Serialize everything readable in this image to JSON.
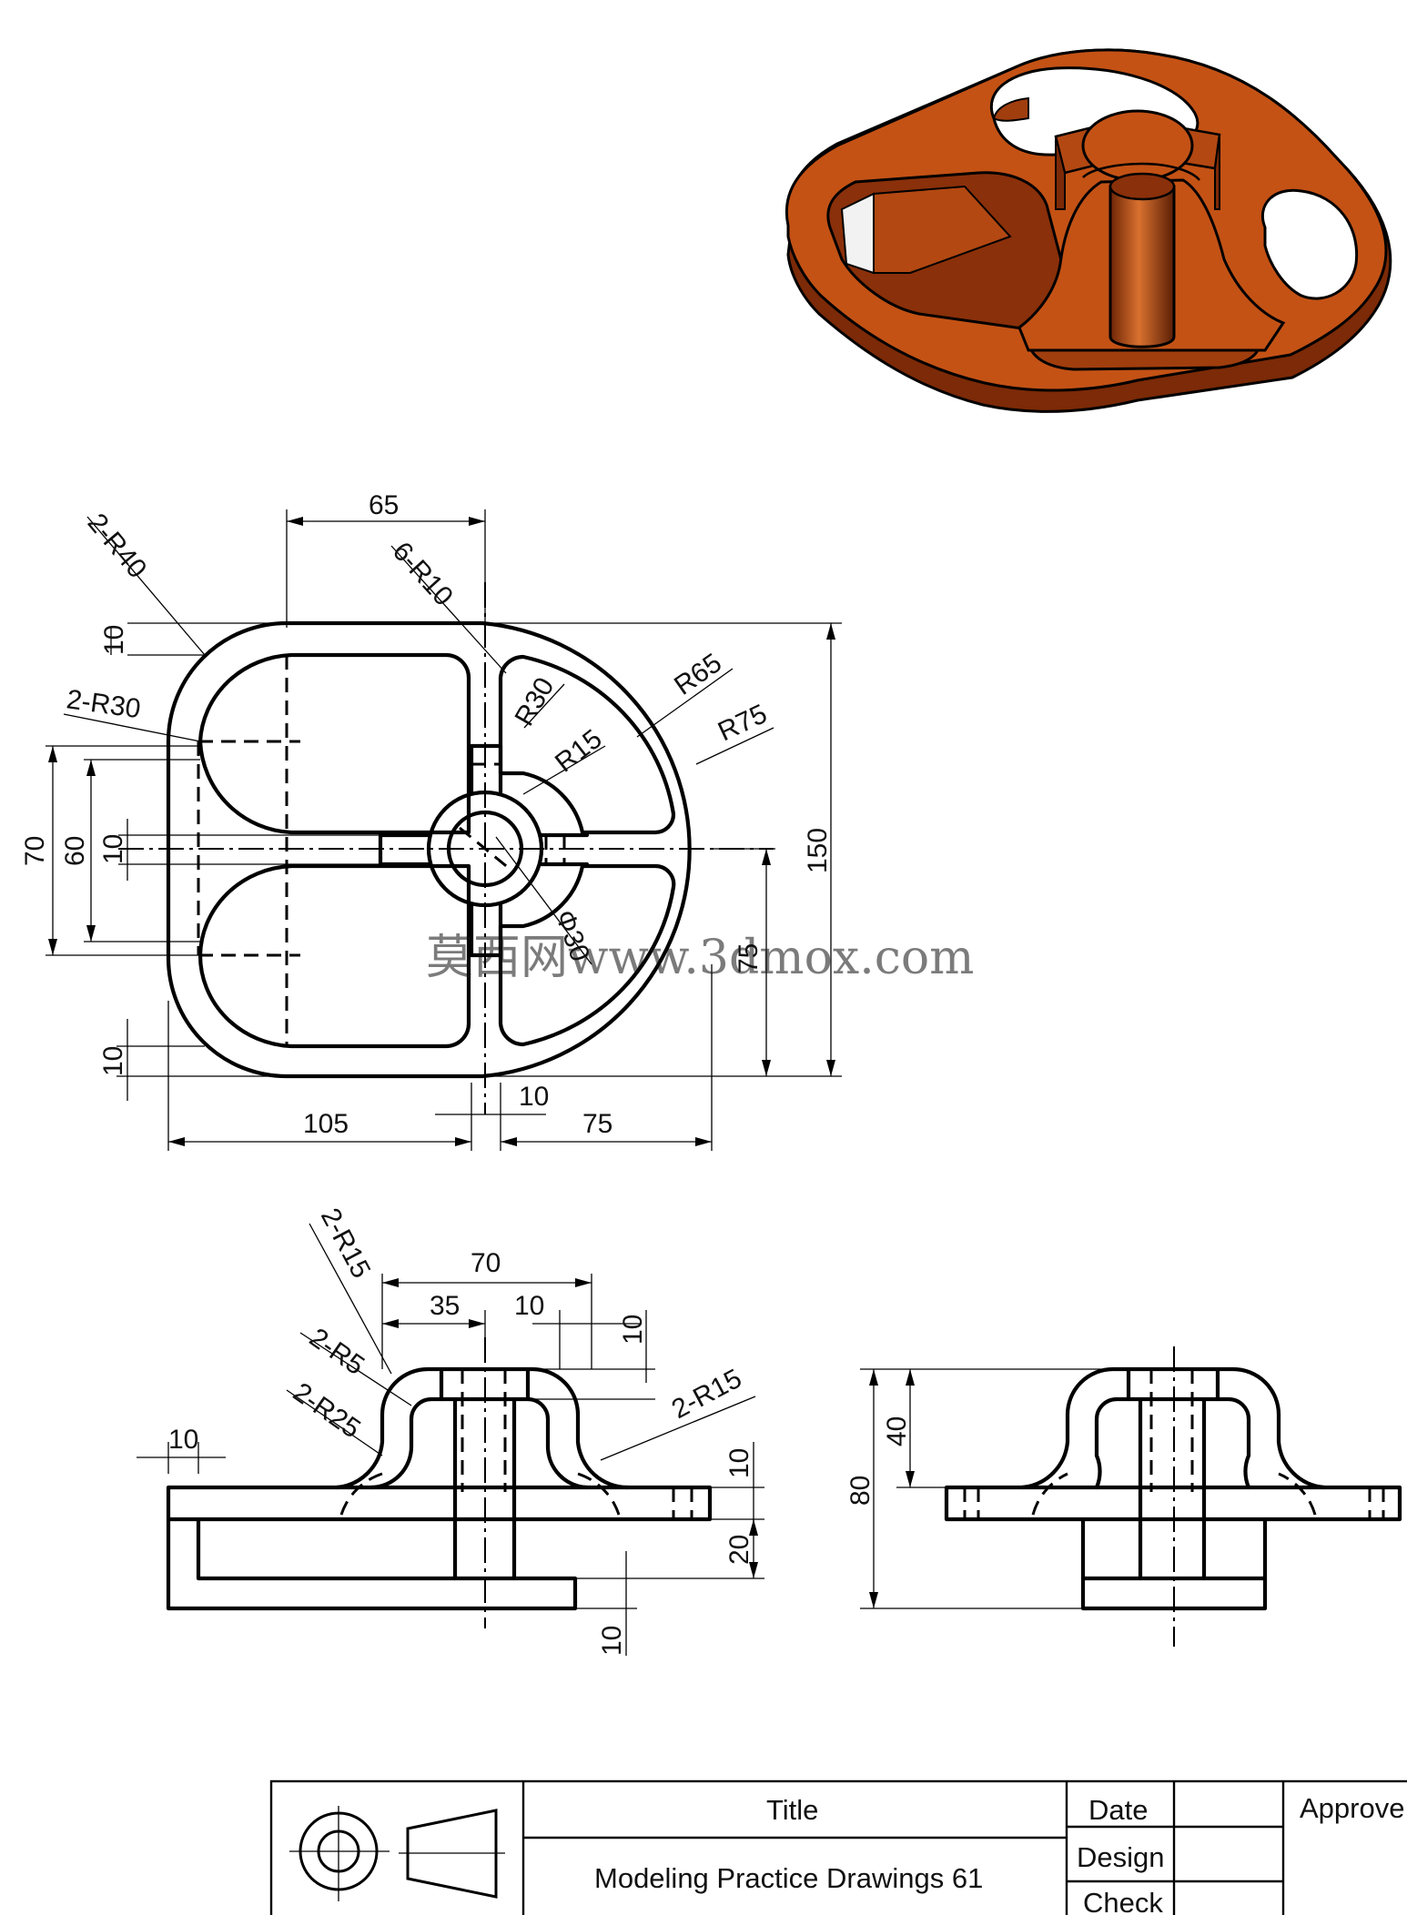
{
  "colors": {
    "model_fill": "#c45215",
    "model_dark": "#6e2506",
    "model_light": "#e07a3a",
    "ink": "#000000"
  },
  "watermark": "莫西网www.3dmox.com",
  "top_view": {
    "dims": {
      "d65": "65",
      "r2_40": "2-R40",
      "r6_10": "6-R10",
      "r2_30": "2-R30",
      "r30": "R30",
      "r15": "R15",
      "r65": "R65",
      "r75": "R75",
      "phi": "Φ30",
      "d10_top": "10",
      "d70": "70",
      "d60": "60",
      "d10_mid": "10",
      "d10_bot": "10",
      "d150": "150",
      "d75_right": "75",
      "d10_center": "10",
      "d105": "105",
      "d75_bottom": "75"
    }
  },
  "front_view": {
    "dims": {
      "r2_15_a": "2-R15",
      "r2_5": "2-R5",
      "r2_25": "2-R25",
      "r2_15_b": "2-R15",
      "d70": "70",
      "d35": "35",
      "d10_a": "10",
      "d10_b": "10",
      "d10_left": "10",
      "d10_right": "10",
      "d20": "20",
      "d10_bottom": "10"
    }
  },
  "side_view": {
    "dims": {
      "d40": "40",
      "d80": "80"
    }
  },
  "title_block": {
    "title_header": "Title",
    "title_value": "Modeling Practice Drawings 61",
    "date_label": "Date",
    "design_label": "Design",
    "check_label": "Check",
    "approve_label": "Approve"
  }
}
